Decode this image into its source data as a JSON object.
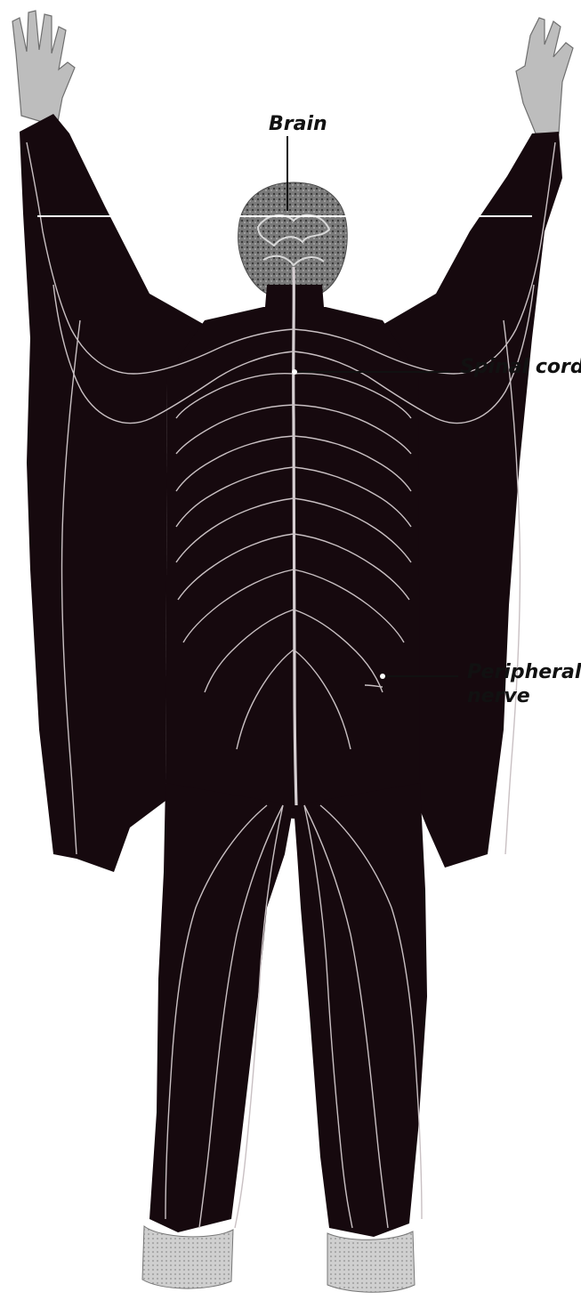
{
  "colors": {
    "body_fill": "#16090e",
    "nerve": "#c9c0c3",
    "skin": "#bfbfbf",
    "hair": "#6b6b6b",
    "label_text": "#111111",
    "leader_line": "#111111",
    "background": "#ffffff"
  },
  "labels": {
    "brain": "Brain",
    "spinal_cord": "Spinal cord",
    "peripheral_nerve_line1": "Peripheral",
    "peripheral_nerve_line2": "nerve"
  }
}
